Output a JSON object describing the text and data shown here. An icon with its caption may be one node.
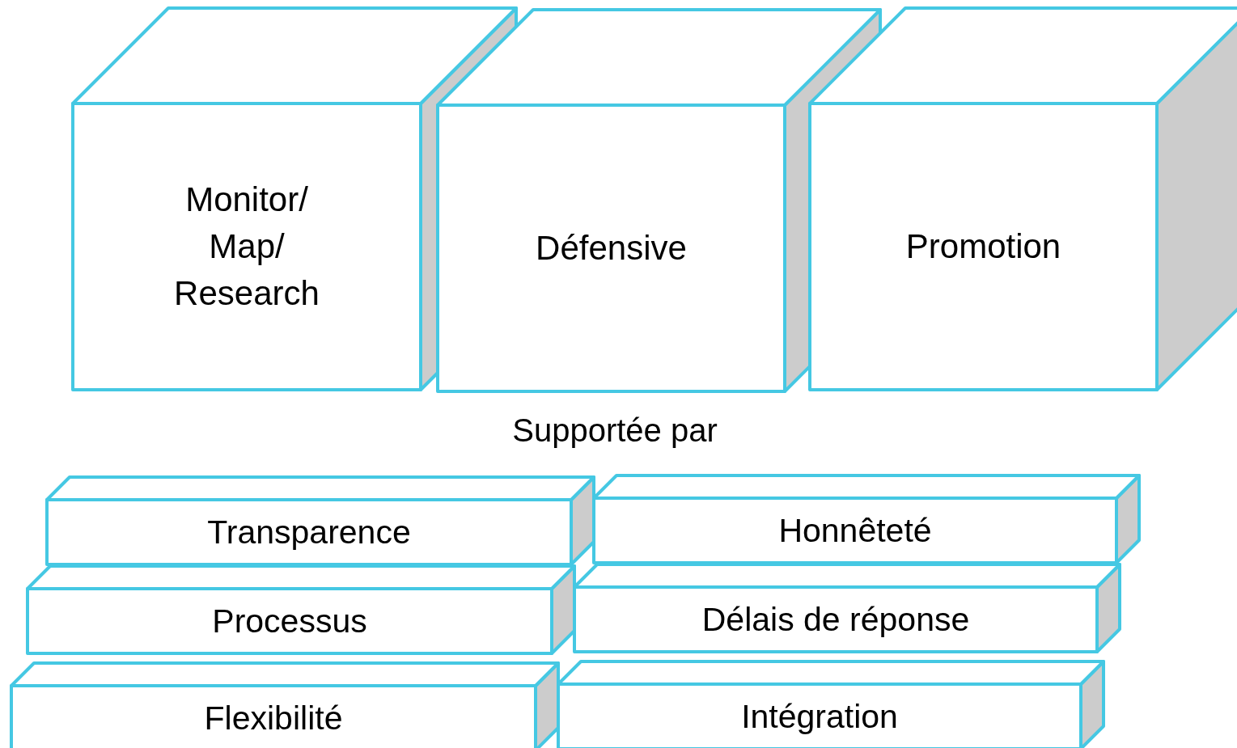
{
  "diagram": {
    "nodes": [
      {
        "text": [
          "Monitor/ Map/ Research"
        ]
      },
      {
        "text": [
          "Défensive"
        ]
      },
      {
        "text": [
          "Promotion"
        ]
      },
      {
        "text": [
          "Transparence"
        ]
      },
      {
        "text": [
          "Honnêteté"
        ]
      },
      {
        "text": [
          "Processus"
        ]
      },
      {
        "text": [
          "Délais de réponse"
        ]
      },
      {
        "text": [
          "Flexibilité"
        ]
      },
      {
        "text": [
          "Intégration"
        ]
      }
    ],
    "labels": [
      "Supportée par"
    ]
  }
}
